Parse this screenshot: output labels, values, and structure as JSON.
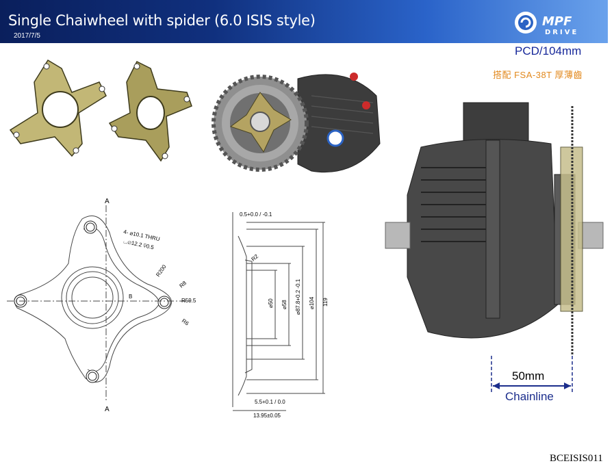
{
  "header": {
    "title": "Single Chaiwheel with spider (6.0 ISIS style)",
    "date": "2017/7/5",
    "logo_text": "MPF DRIVE"
  },
  "specs": {
    "pcd": "PCD/104mm",
    "pairing": "搭配 FSA-38T 厚薄齒",
    "chainline_value": "50mm",
    "chainline_label": "Chainline"
  },
  "drawing": {
    "section_mark": "A",
    "hole_note": "4- ⌀10.1 THRU",
    "counterbore_note": "⌴⌀12.2 ⊽0.5",
    "r200": "R200",
    "r8": "R8",
    "r59": "R59.5",
    "r6": "R6",
    "center_b": "B",
    "top_tol": "0.5+0.0 / -0.1",
    "r2": "R2",
    "d50": "⌀50",
    "d58": "⌀58",
    "d87": "⌀87.8+0.2 -0.1",
    "d104": "⌀104",
    "d119": "119",
    "bottom_tol": "5.5+0.1 / 0.0",
    "width": "13.95±0.05"
  },
  "footer": {
    "doc_id": "BCEISIS011"
  },
  "colors": {
    "header_start": "#0a1f5c",
    "header_end": "#6aa2ec",
    "pcd_text": "#17289a",
    "pairing_text": "#e2881c",
    "spider_gold": "#b9ad6a",
    "motor_dark": "#3a3a3a"
  }
}
